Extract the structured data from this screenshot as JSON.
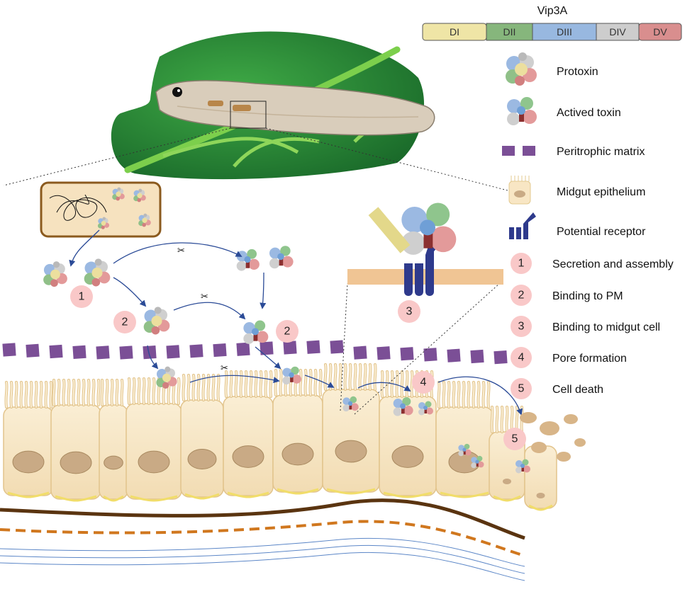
{
  "vip3a": {
    "title": "Vip3A",
    "domains": [
      {
        "label": "DI",
        "color": "#efe5a6"
      },
      {
        "label": "DII",
        "color": "#86b67c"
      },
      {
        "label": "DIII",
        "color": "#98b8e0"
      },
      {
        "label": "DIV",
        "color": "#cdcdcd"
      },
      {
        "label": "DV",
        "color": "#d98e8e"
      }
    ]
  },
  "legend": [
    {
      "label": "Protoxin",
      "icon": "protoxin-icon"
    },
    {
      "label": "Actived toxin",
      "icon": "activated-toxin-icon"
    },
    {
      "label": "Peritrophic matrix",
      "icon": "peritrophic-matrix-icon"
    },
    {
      "label": "Midgut epithelium",
      "icon": "midgut-epithelium-icon"
    },
    {
      "label": "Potential receptor",
      "icon": "receptor-icon"
    }
  ],
  "steps": [
    {
      "number": "1",
      "label": "Secretion and assembly"
    },
    {
      "number": "2",
      "label": "Binding to PM"
    },
    {
      "number": "3",
      "label": "Binding to midgut cell"
    },
    {
      "number": "4",
      "label": "Pore formation"
    },
    {
      "number": "5",
      "label": "Cell death"
    }
  ],
  "diagram_badges": [
    "1",
    "2",
    "2",
    "3",
    "4",
    "5"
  ],
  "colors": {
    "badge": "#f9c8c8",
    "peritrophic": "#7b4f96",
    "receptor": "#2e3a8c",
    "arrow": "#2b4b97",
    "cell_fill": "#f8e6c4",
    "nucleus": "#c9aa85",
    "leaf": "#2f8f3a",
    "membrane": "#f0c594"
  }
}
